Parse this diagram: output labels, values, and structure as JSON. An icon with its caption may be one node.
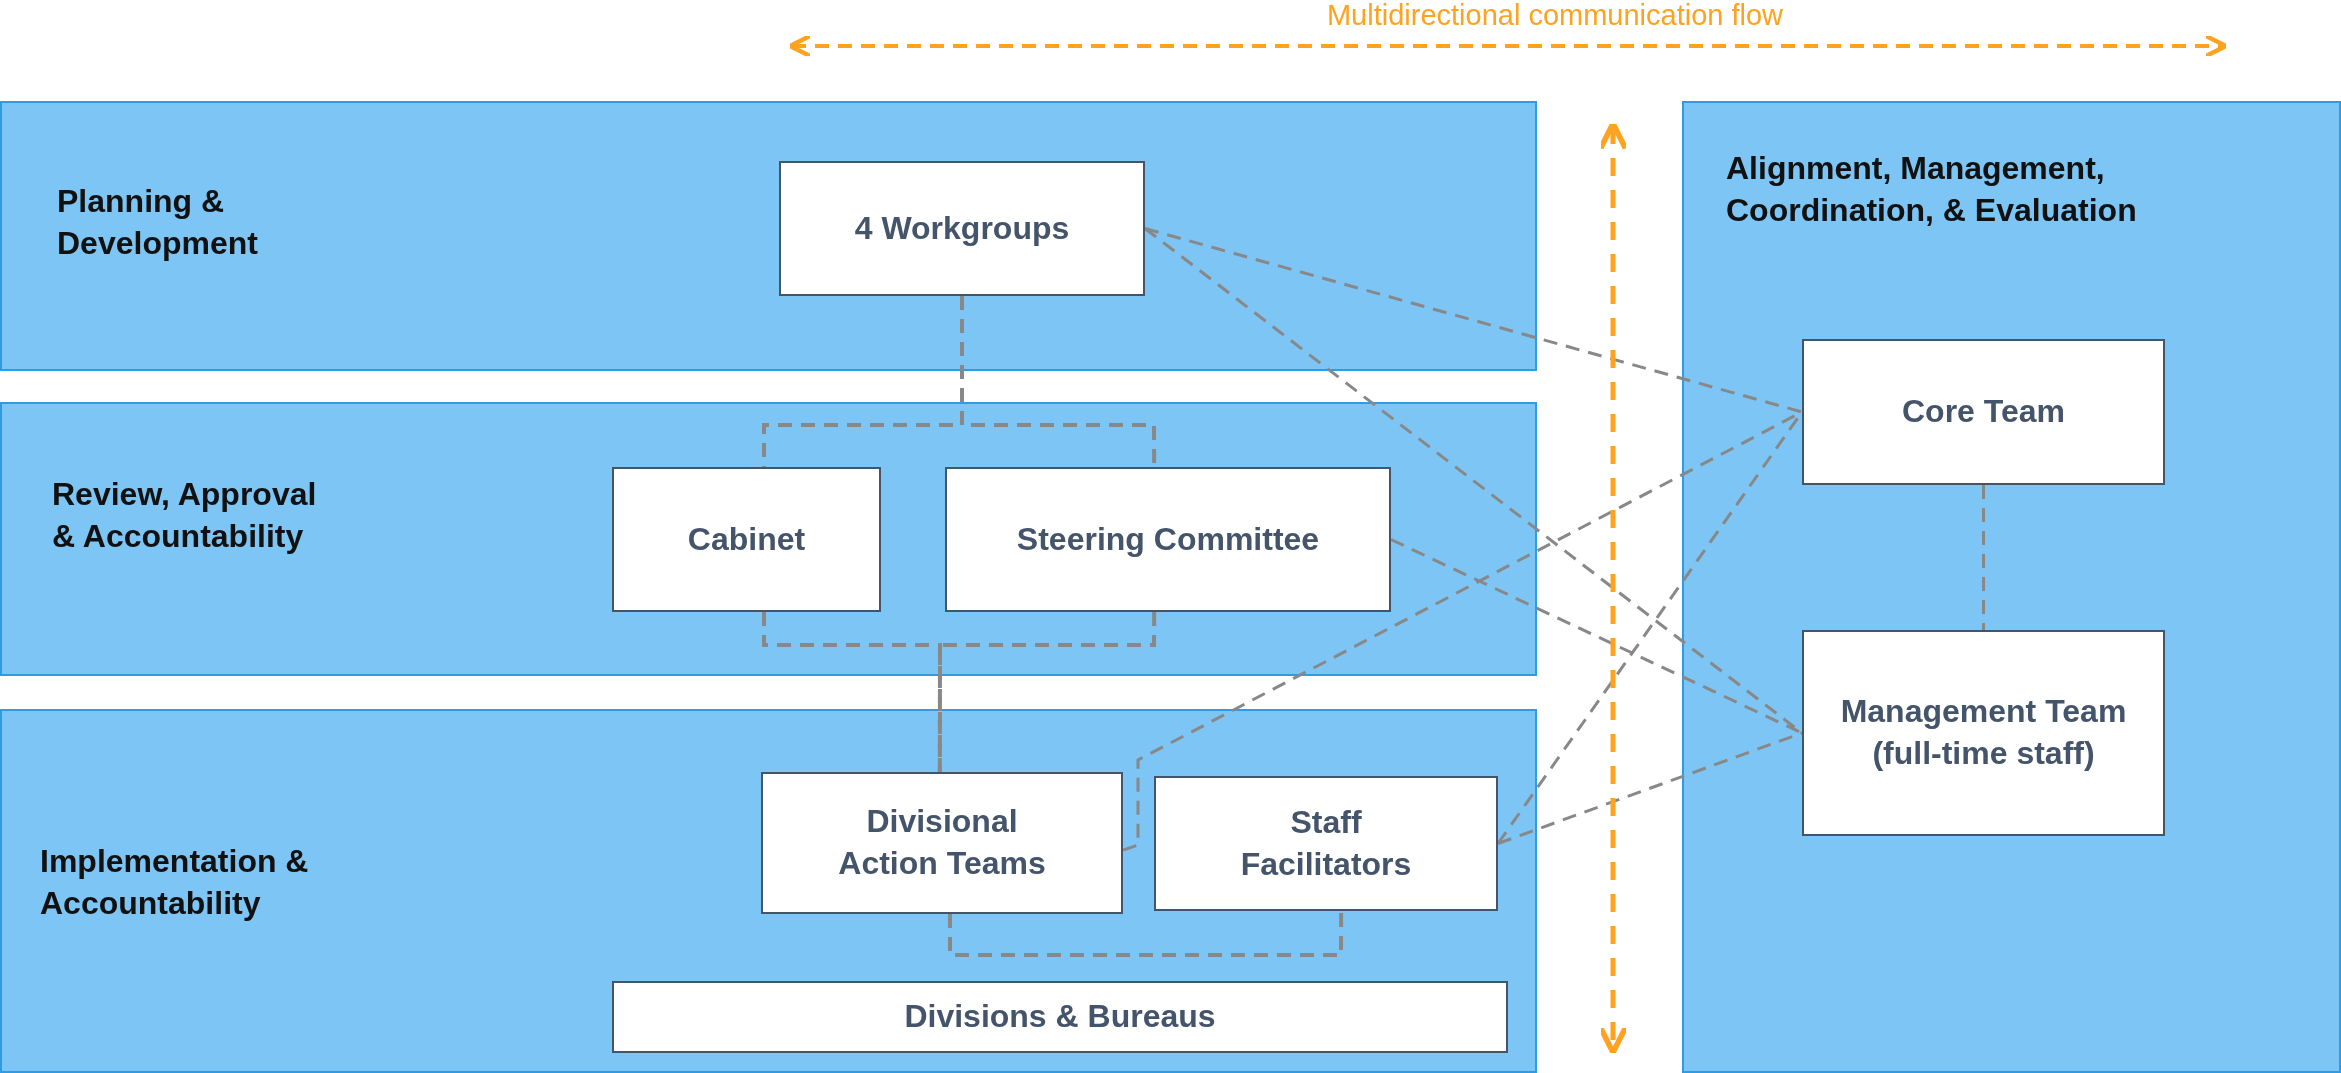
{
  "diagram": {
    "nodes": [
      {
        "text": [
          "Planning & Development"
        ]
      },
      {
        "text": [
          "4 Workgroups"
        ],
        "in": 0
      },
      {
        "text": [
          "Review, Approval & Accountability"
        ]
      },
      {
        "text": [
          "Cabinet"
        ],
        "in": 2
      },
      {
        "text": [
          "Steering Committee"
        ],
        "in": 2
      },
      {
        "text": [
          "Implementation & Accountability"
        ]
      },
      {
        "text": [
          "Divisional Action Teams"
        ],
        "in": 5
      },
      {
        "text": [
          "Staff Facilitators"
        ],
        "in": 5
      },
      {
        "text": [
          "Divisions & Bureaus"
        ],
        "in": 5
      },
      {
        "text": [
          "Alignment, Management, Coordination, & Evaluation"
        ]
      },
      {
        "text": [
          "Core Team"
        ],
        "in": 9
      },
      {
        "text": [
          "Management Team (full-time staff)"
        ],
        "in": 9
      }
    ],
    "edges": [
      {
        "from": 1,
        "to": 3,
        "arrow": "none",
        "style": "dashed"
      },
      {
        "from": 1,
        "to": 4,
        "arrow": "none",
        "style": "dashed"
      },
      {
        "from": 3,
        "to": 6,
        "arrow": "none",
        "style": "dashed"
      },
      {
        "from": 4,
        "to": 6,
        "arrow": "none",
        "style": "dashed"
      },
      {
        "from": 6,
        "to": 7,
        "arrow": "none",
        "style": "dashed"
      },
      {
        "from": 1,
        "to": 10,
        "arrow": "none",
        "style": "dashed"
      },
      {
        "from": 1,
        "to": 11,
        "arrow": "none",
        "style": "dashed"
      },
      {
        "from": 4,
        "to": 11,
        "arrow": "none",
        "style": "dashed"
      },
      {
        "from": 6,
        "to": 10,
        "arrow": "none",
        "style": "dashed"
      },
      {
        "from": 7,
        "to": 10,
        "arrow": "none",
        "style": "dashed"
      },
      {
        "from": 7,
        "to": 11,
        "arrow": "none",
        "style": "dashed"
      },
      {
        "from": 10,
        "to": 11,
        "arrow": "none",
        "style": "dashed"
      }
    ],
    "labels": [
      "Multidirectional communication flow"
    ]
  }
}
